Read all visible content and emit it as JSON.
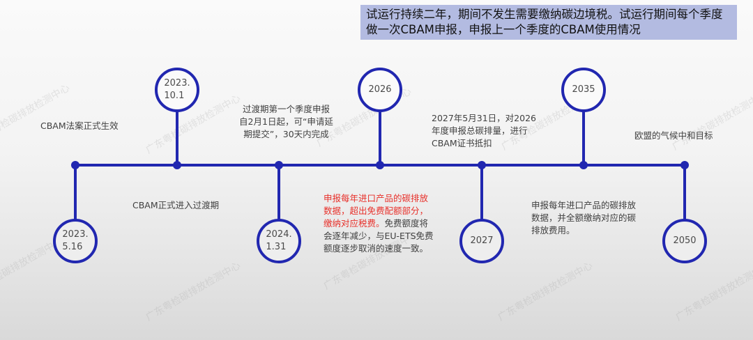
{
  "banner": {
    "text": "试运行持续二年，期间不发生需要缴纳碳边境税。试运行期间每个季度做一次CBAM申报，申报上一个季度的CBAM使用情况",
    "background": "#b3bbe1"
  },
  "watermark": "广东粤检碳排放检测中心",
  "colors": {
    "timeline": "#2127b0",
    "highlight_text": "#e8302a",
    "body_text": "#404040"
  },
  "timeline": {
    "milestones": [
      {
        "date": "2023.\n5.16",
        "position": "below",
        "description": "CBAM法案正式生效"
      },
      {
        "date": "2023.\n10.1",
        "position": "above",
        "description": "CBAM正式进入过渡期"
      },
      {
        "date": "2024.\n1.31",
        "position": "below",
        "description": "过渡期第一个季度申报自2月1日起，可“申请延期提交”，30天内完成"
      },
      {
        "date": "2026",
        "position": "above",
        "description_highlight": "申报每年进口产品的碳排放数据，超出免费配额部分，缴纳对应税费。",
        "description": "免费额度将会逐年减少，与EU-ETS免费额度逐步取消的速度一致。"
      },
      {
        "date": "2027",
        "position": "below",
        "description": "2027年5月31日，对2026年度申报总碳排量，进行CBAM证书抵扣"
      },
      {
        "date": "2035",
        "position": "above",
        "description": "申报每年进口产品的碳排放数据，并全额缴纳对应的碳排放费用。"
      },
      {
        "date": "2050",
        "position": "below",
        "description": "欧盟的气候中和目标"
      }
    ]
  }
}
